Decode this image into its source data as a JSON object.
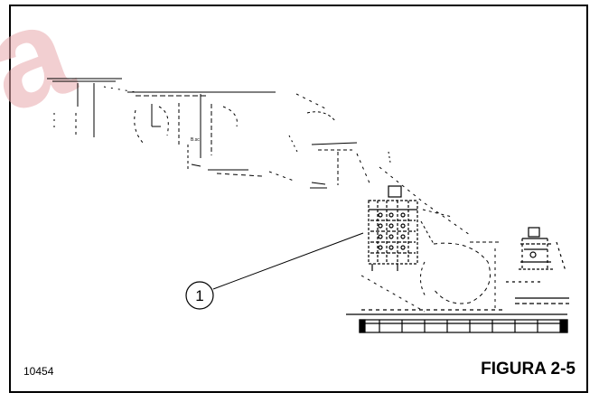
{
  "figure": {
    "image_number": "10454",
    "caption": "FIGURA 2-5",
    "callout_label": "1",
    "watermark_glyph": "a"
  },
  "colors": {
    "line": "#000000",
    "background": "#ffffff",
    "watermark": "#e8a9ad"
  }
}
